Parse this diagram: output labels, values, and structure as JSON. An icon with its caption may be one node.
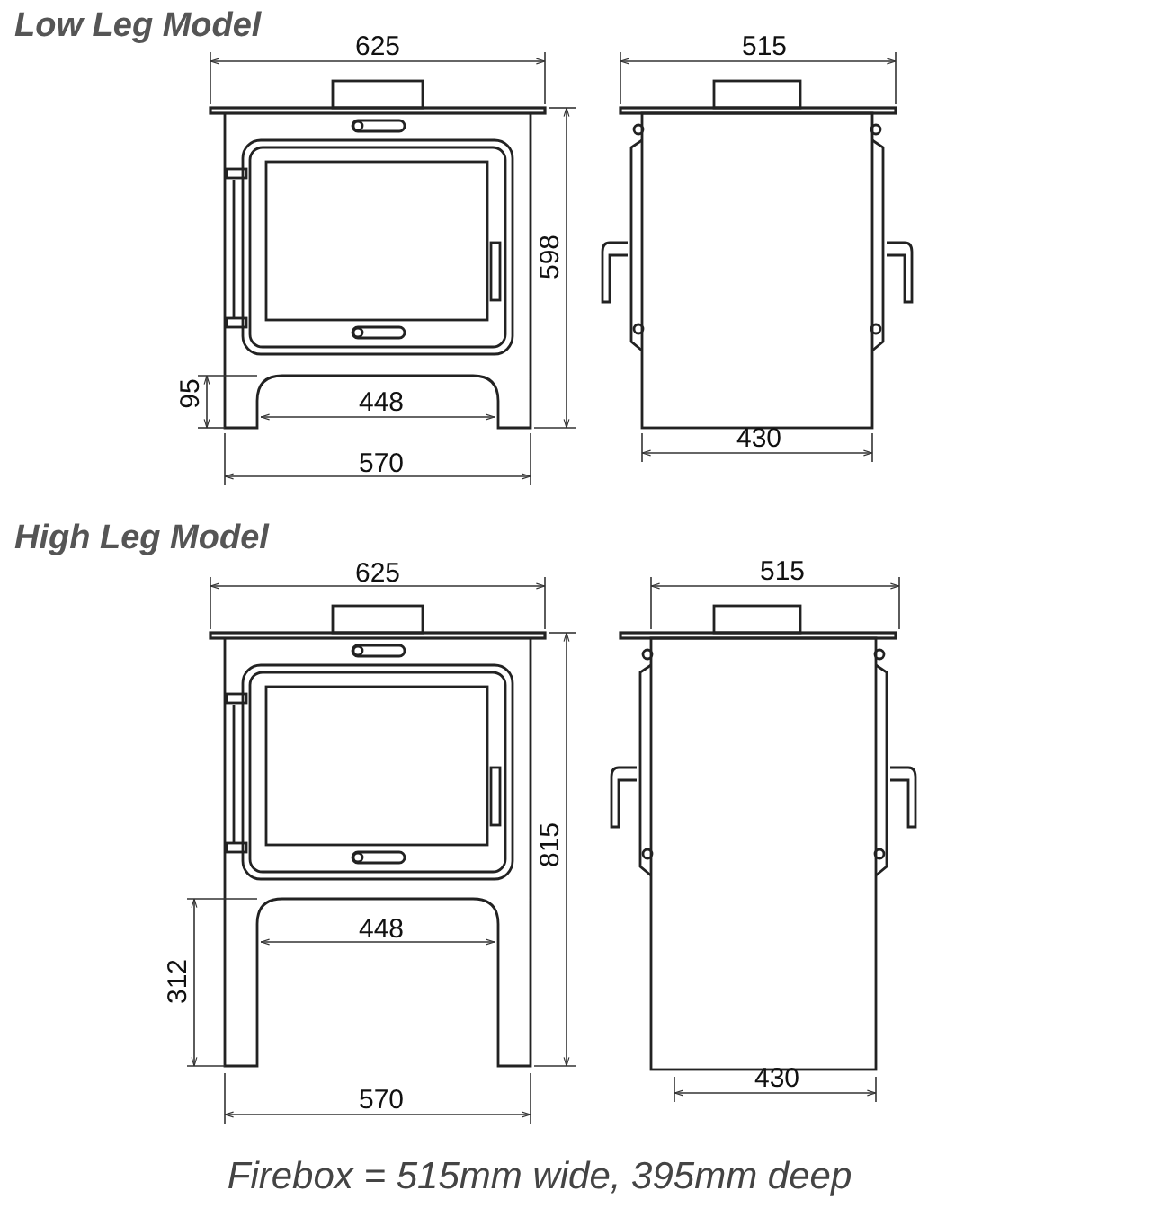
{
  "diagram": {
    "caption": "Firebox = 515mm wide, 395mm deep",
    "labels": [
      "Low Leg Model",
      "625",
      "515",
      "598",
      "95",
      "448",
      "430",
      "570",
      "High Leg Model",
      "625",
      "515",
      "815",
      "312",
      "448",
      "570",
      "430"
    ]
  }
}
